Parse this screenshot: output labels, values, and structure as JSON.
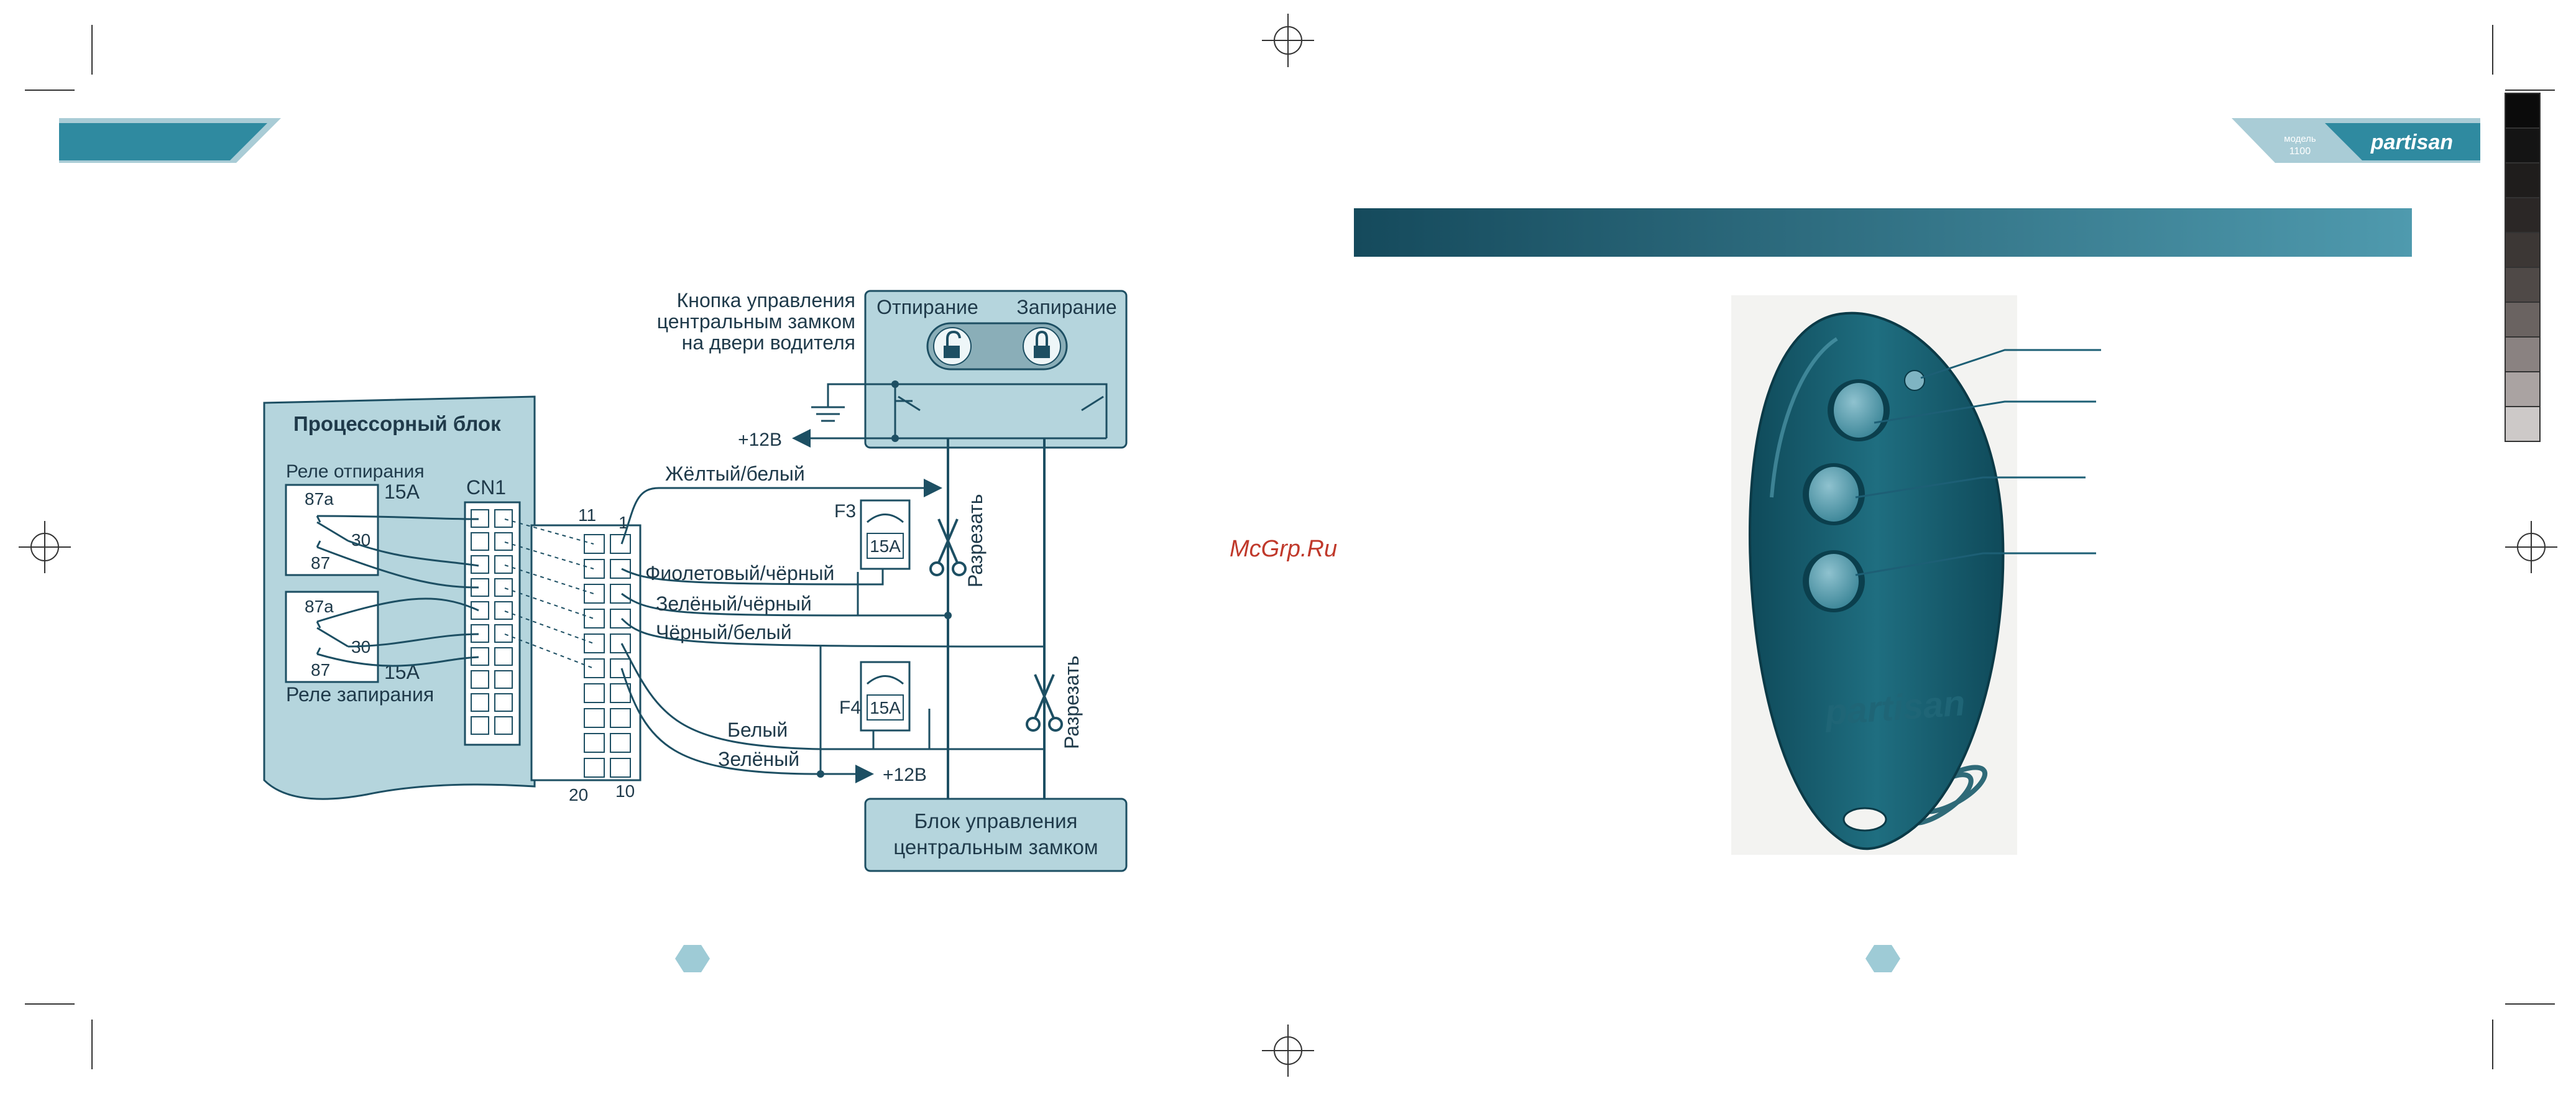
{
  "watermark": "McGrp.Ru",
  "brand": {
    "logo_text": "partisan",
    "model_label": "модель",
    "model_number": "1100"
  },
  "colors": {
    "teal": "#2f8aa0",
    "teal_dark": "#1d5f75",
    "panel": "#b5d5dd",
    "wire": "#1d4f63",
    "watermark": "#c0392b"
  },
  "diagram": {
    "processor_block": "Процессорный блок",
    "relay_unlock": {
      "title": "Реле отпирания",
      "rating": "15А",
      "pins": [
        "87а",
        "30",
        "87"
      ]
    },
    "relay_lock": {
      "title": "Реле запирания",
      "rating": "15А",
      "pins": [
        "87а",
        "30",
        "87"
      ]
    },
    "connector": {
      "label": "CN1",
      "pin_11": "11",
      "pin_1": "1",
      "pin_20": "20",
      "pin_10": "10"
    },
    "door_button": {
      "caption": [
        "Кнопка управления",
        "центральным замком",
        "на двери водителя"
      ],
      "unlock": "Отпирание",
      "lock": "Запирание"
    },
    "supply_top": "+12В",
    "supply_bottom": "+12В",
    "wires": [
      "Жёлтый/белый",
      "Фиолетовый/чёрный",
      "Зелёный/чёрный",
      "Чёрный/белый",
      "Белый",
      "Зелёный"
    ],
    "fuses": [
      {
        "label": "F3",
        "rating": "15А"
      },
      {
        "label": "F4",
        "rating": "15А"
      }
    ],
    "cut_label": "Разрезать",
    "lock_control_unit": [
      "Блок управления",
      "центральным замком"
    ]
  },
  "keyfob": {
    "logo": "partisan",
    "buttons": 3,
    "callouts": 4
  }
}
